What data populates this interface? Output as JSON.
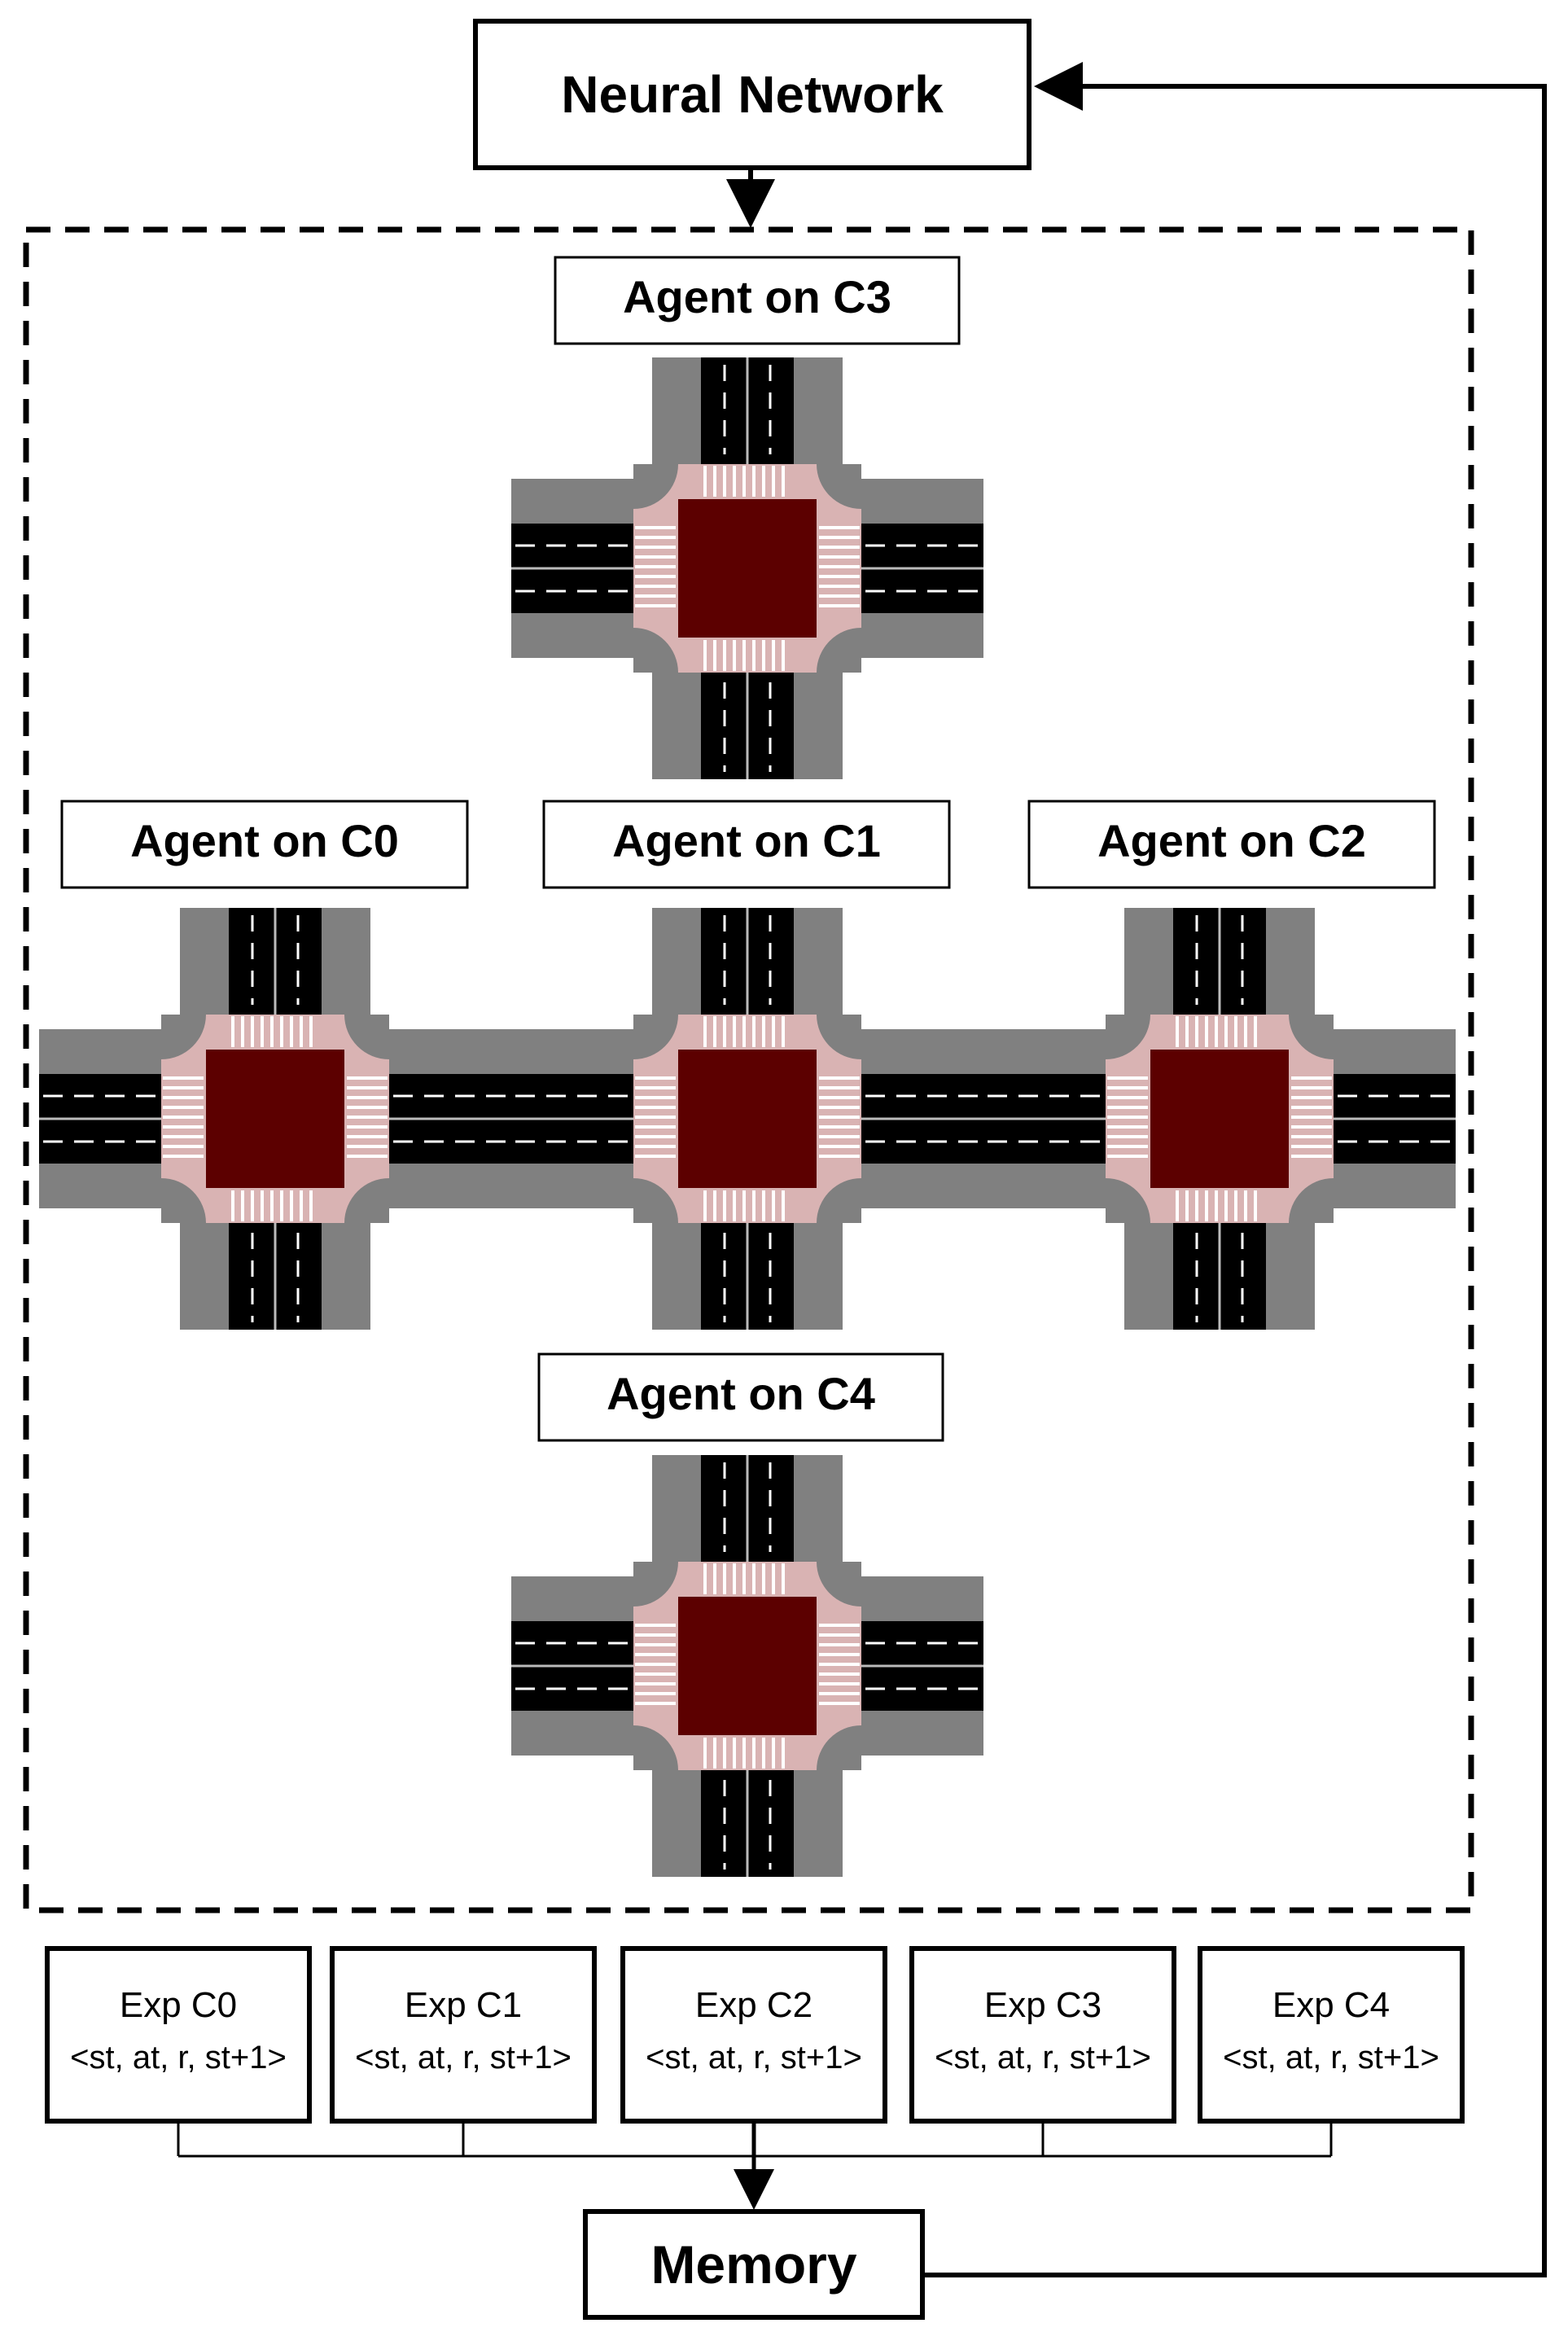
{
  "top_box": {
    "label": "Neural Network"
  },
  "agents": [
    {
      "id": "C3",
      "label": "Agent on C3"
    },
    {
      "id": "C0",
      "label": "Agent on C0"
    },
    {
      "id": "C1",
      "label": "Agent on C1"
    },
    {
      "id": "C2",
      "label": "Agent on C2"
    },
    {
      "id": "C4",
      "label": "Agent on C4"
    }
  ],
  "experiences": [
    {
      "title": "Exp C0",
      "tuple": "<st, at, r, st+1>"
    },
    {
      "title": "Exp C1",
      "tuple": "<st, at, r, st+1>"
    },
    {
      "title": "Exp C2",
      "tuple": "<st, at, r, st+1>"
    },
    {
      "title": "Exp C3",
      "tuple": "<st, at, r, st+1>"
    },
    {
      "title": "Exp C4",
      "tuple": "<st, at, r, st+1>"
    }
  ],
  "memory_box": {
    "label": "Memory"
  },
  "colors": {
    "road": "#000000",
    "sidewalk": "#808080",
    "junction": "#5c0000",
    "corner": "#d9b3b3",
    "crosswalk": "#ffffff"
  }
}
